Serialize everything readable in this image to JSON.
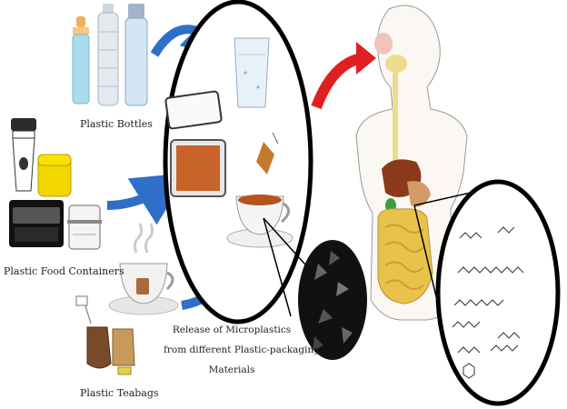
{
  "labels": {
    "plastic_bottles": "Plastic Bottles",
    "plastic_food_containers": "Plastic Food Containers",
    "plastic_teabags": "Plastic Teabags",
    "release_line1": "Release of Microplastics",
    "release_line2": "from different Plastic-packaging",
    "release_line3": "Materials"
  },
  "colors": {
    "arrow_blue": "#2f6fc9",
    "arrow_red": "#e02020",
    "circle_outline": "#000000",
    "liver": "#8a3a1a",
    "intestine": "#e8c24a",
    "tea": "#b5541f",
    "container_yellow": "#f2d600"
  },
  "icons": [
    "baby-bottle-icon",
    "water-bottle-icon",
    "glass-bottle-icon",
    "coffee-cup-icon",
    "lunchbox-icon",
    "food-container-icon",
    "teabag-icon",
    "teacup-icon",
    "water-glass-icon",
    "microplastic-particles-icon",
    "human-body-icon",
    "polymer-structure-icon"
  ]
}
